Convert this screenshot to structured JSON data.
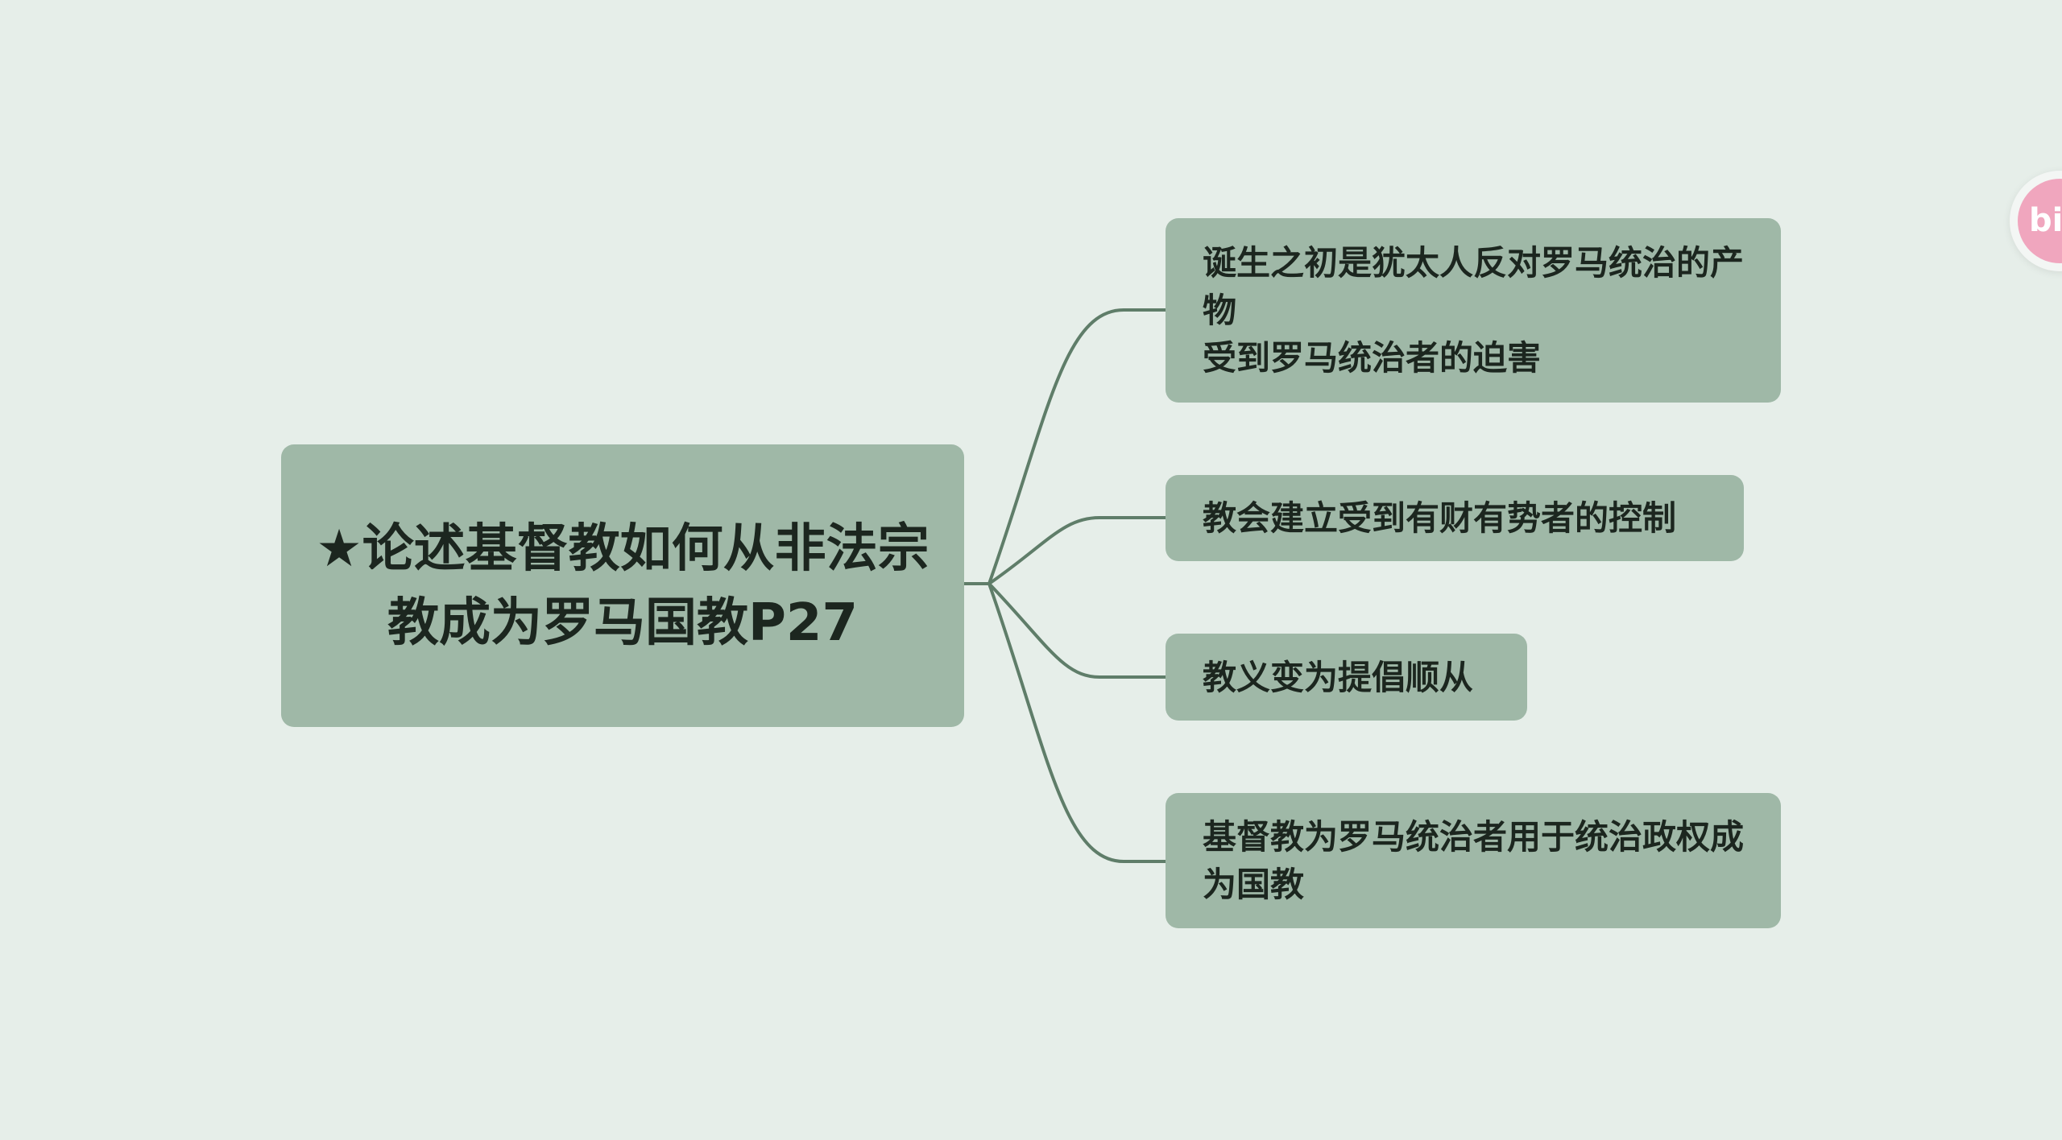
{
  "root": {
    "title": "★论述基督教如何从非法宗教成为罗马国教P27"
  },
  "children": [
    {
      "text": "诞生之初是犹太人反对罗马统治的产物\n受到罗马统治者的迫害"
    },
    {
      "text": "教会建立受到有财有势者的控制"
    },
    {
      "text": "教义变为提倡顺从"
    },
    {
      "text": "基督教为罗马统治者用于统治政权成为国教"
    }
  ],
  "colors": {
    "background": "#e6eee9",
    "node": "#9fb8a7",
    "connector": "#5f7d69",
    "text": "#1c261f"
  },
  "watermark": {
    "text": "bili",
    "icon": "bilibili-logo-icon"
  }
}
